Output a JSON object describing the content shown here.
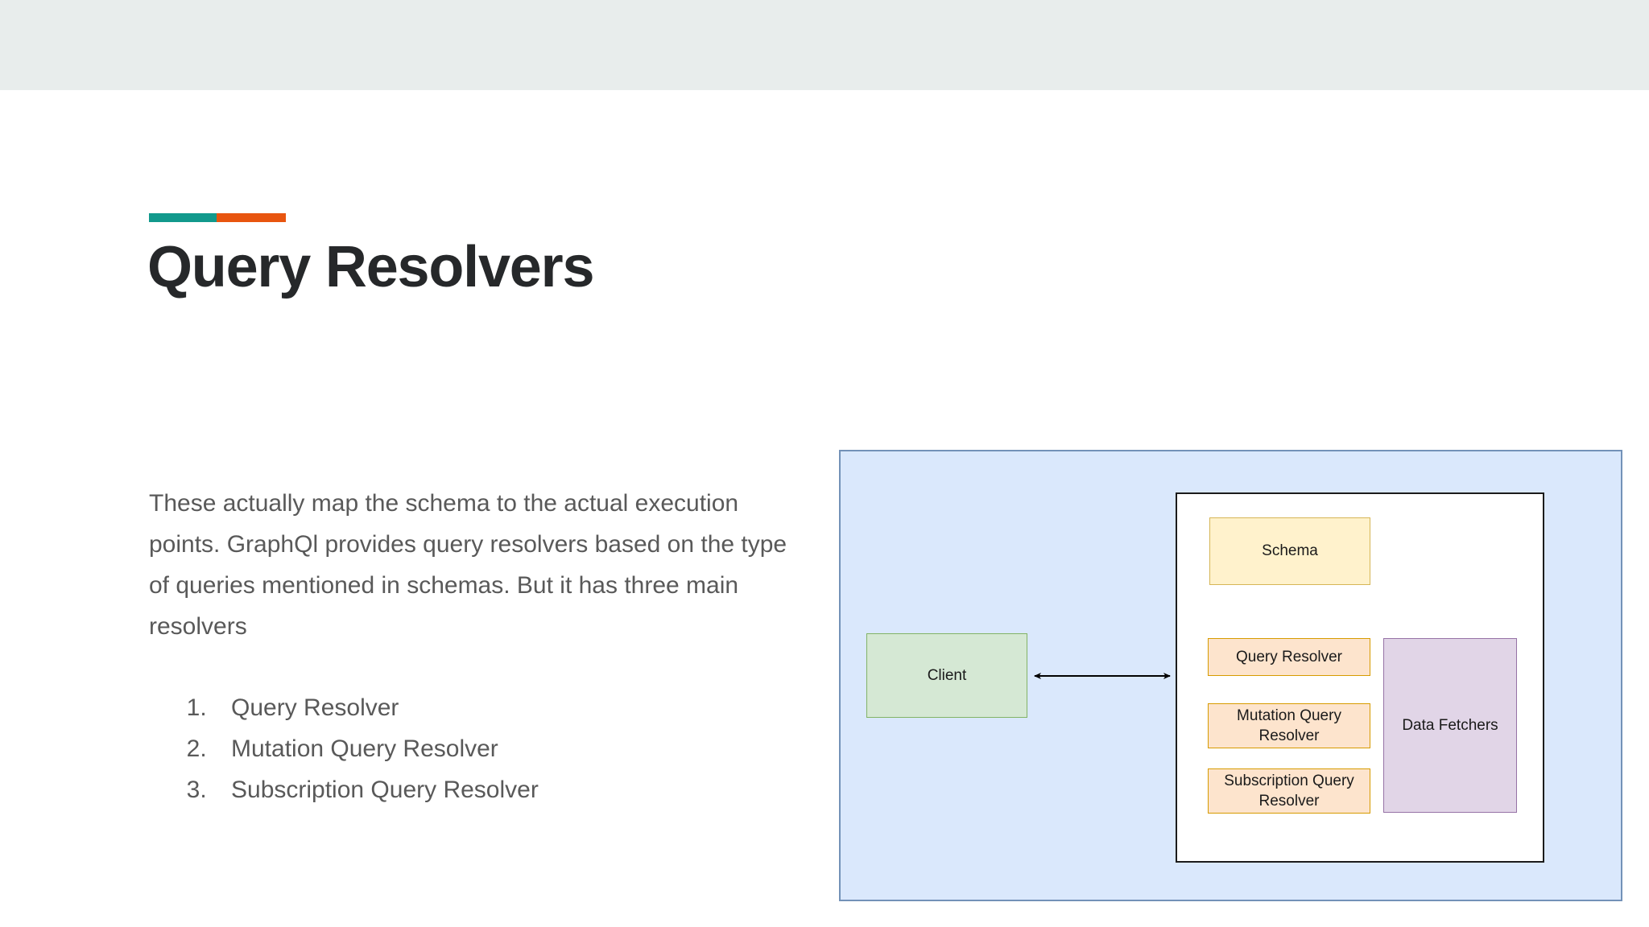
{
  "slide": {
    "accent": {
      "teal": "#12998c",
      "orange": "#e8550f"
    },
    "title": "Query Resolvers",
    "body_paragraph": "These actually map the schema to the actual execution points. GraphQl provides query resolvers based on the type of queries mentioned in schemas. But it has three main resolvers",
    "list": [
      "Query Resolver",
      "Mutation Query Resolver",
      "Subscription Query Resolver"
    ]
  },
  "diagram": {
    "panel_color": "#dae8fc",
    "panel_border_color": "#7392b8",
    "nodes": {
      "client": {
        "label": "Client",
        "fill": "#d5e8d4",
        "border": "#82b366"
      },
      "schema": {
        "label": "Schema",
        "fill": "#fff2cc",
        "border": "#d6b656"
      },
      "query_resolver": {
        "label": "Query Resolver",
        "fill": "#fde4cd",
        "border": "#d79b00"
      },
      "mutation_resolver": {
        "label": "Mutation Query Resolver",
        "fill": "#fde4cd",
        "border": "#d79b00"
      },
      "subscription_resolver": {
        "label": "Subscription Query Resolver",
        "fill": "#fde4cd",
        "border": "#d79b00"
      },
      "data_fetchers": {
        "label": "Data Fetchers",
        "fill": "#e1d5e7",
        "border": "#9673a6"
      }
    },
    "edges": [
      {
        "name": "client-server-bidirectional",
        "from": "client",
        "to": "server-box",
        "arrowheads": "both"
      }
    ]
  }
}
